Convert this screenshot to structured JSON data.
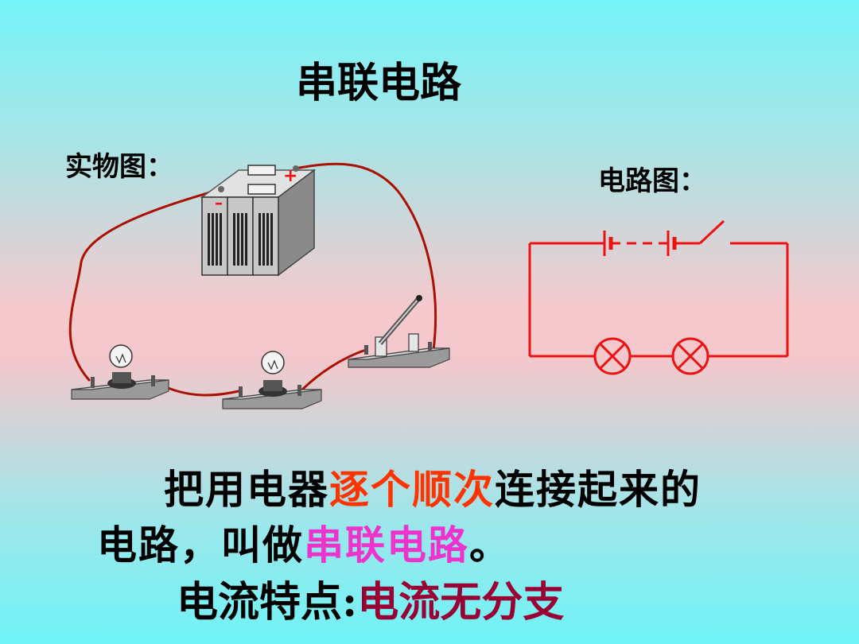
{
  "title": "串联电路",
  "real_diagram_label": "实物图：",
  "circuit_diagram_label": "电路图：",
  "battery_labels": {
    "negative": "–",
    "positive": "+"
  },
  "description": {
    "line1_before": "把用电器",
    "line1_highlight": "逐个顺次",
    "line1_after": "连接起来的",
    "line2_before": "电路，叫做",
    "line2_highlight": "串联电路",
    "line2_after": "。",
    "line3_before": "电流特点:",
    "line3_highlight": "电流无分支"
  },
  "colors": {
    "wire": "#aa1100",
    "schematic": "#ee1111",
    "highlight_orange": "#ff3300",
    "highlight_pink": "#ee33cc",
    "highlight_maroon": "#990033"
  },
  "icons": [
    "battery-pack-icon",
    "light-bulb-icon",
    "knife-switch-icon",
    "lamp-symbol-icon",
    "cell-symbol-icon",
    "switch-symbol-icon"
  ]
}
